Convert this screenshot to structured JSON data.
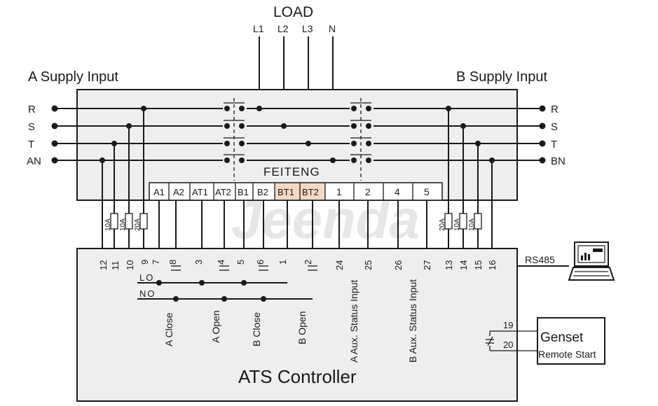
{
  "title": "LOAD",
  "load_phases": [
    "L1",
    "L2",
    "L3",
    "N"
  ],
  "supply_a": {
    "label": "A Supply Input",
    "phases": [
      "R",
      "S",
      "T",
      "AN"
    ]
  },
  "supply_b": {
    "label": "B Supply Input",
    "phases": [
      "R",
      "S",
      "T",
      "BN"
    ]
  },
  "switch_label": "FEITENG",
  "switch_terminals": [
    "A1",
    "A2",
    "AT1",
    "AT2",
    "B1",
    "B2",
    "BT1",
    "BT2",
    "1",
    "2",
    "4",
    "5"
  ],
  "fuses_a": [
    "10A",
    "10A",
    "20A"
  ],
  "fuses_b": [
    "20A",
    "10A",
    "10A"
  ],
  "controller": {
    "label": "ATS Controller",
    "terminals_left": [
      "12",
      "11",
      "10",
      "9",
      "7"
    ],
    "terminals_mid": [
      "8",
      "3",
      "4",
      "5",
      "6",
      "1",
      "2"
    ],
    "terminals_aux": [
      "24",
      "25",
      "26",
      "27"
    ],
    "terminals_right": [
      "13",
      "14",
      "15",
      "16"
    ],
    "lo_label": "LO",
    "no_label": "NO",
    "outputs": [
      "A Close",
      "A Open",
      "B Close",
      "B Open"
    ],
    "aux_inputs": [
      "A Aux. Status Input",
      "B Aux. Status Input"
    ]
  },
  "rs485": {
    "label": "RS485"
  },
  "genset": {
    "title": "Genset",
    "subtitle": "Remote Start",
    "terminals": [
      "19",
      "20"
    ]
  },
  "watermark": "Jeenda",
  "colors": {
    "line": "#1a1a1a",
    "box_fill": "#eeeeee",
    "highlight": "#f6d9c2",
    "watermark": "#cfcfcf"
  }
}
